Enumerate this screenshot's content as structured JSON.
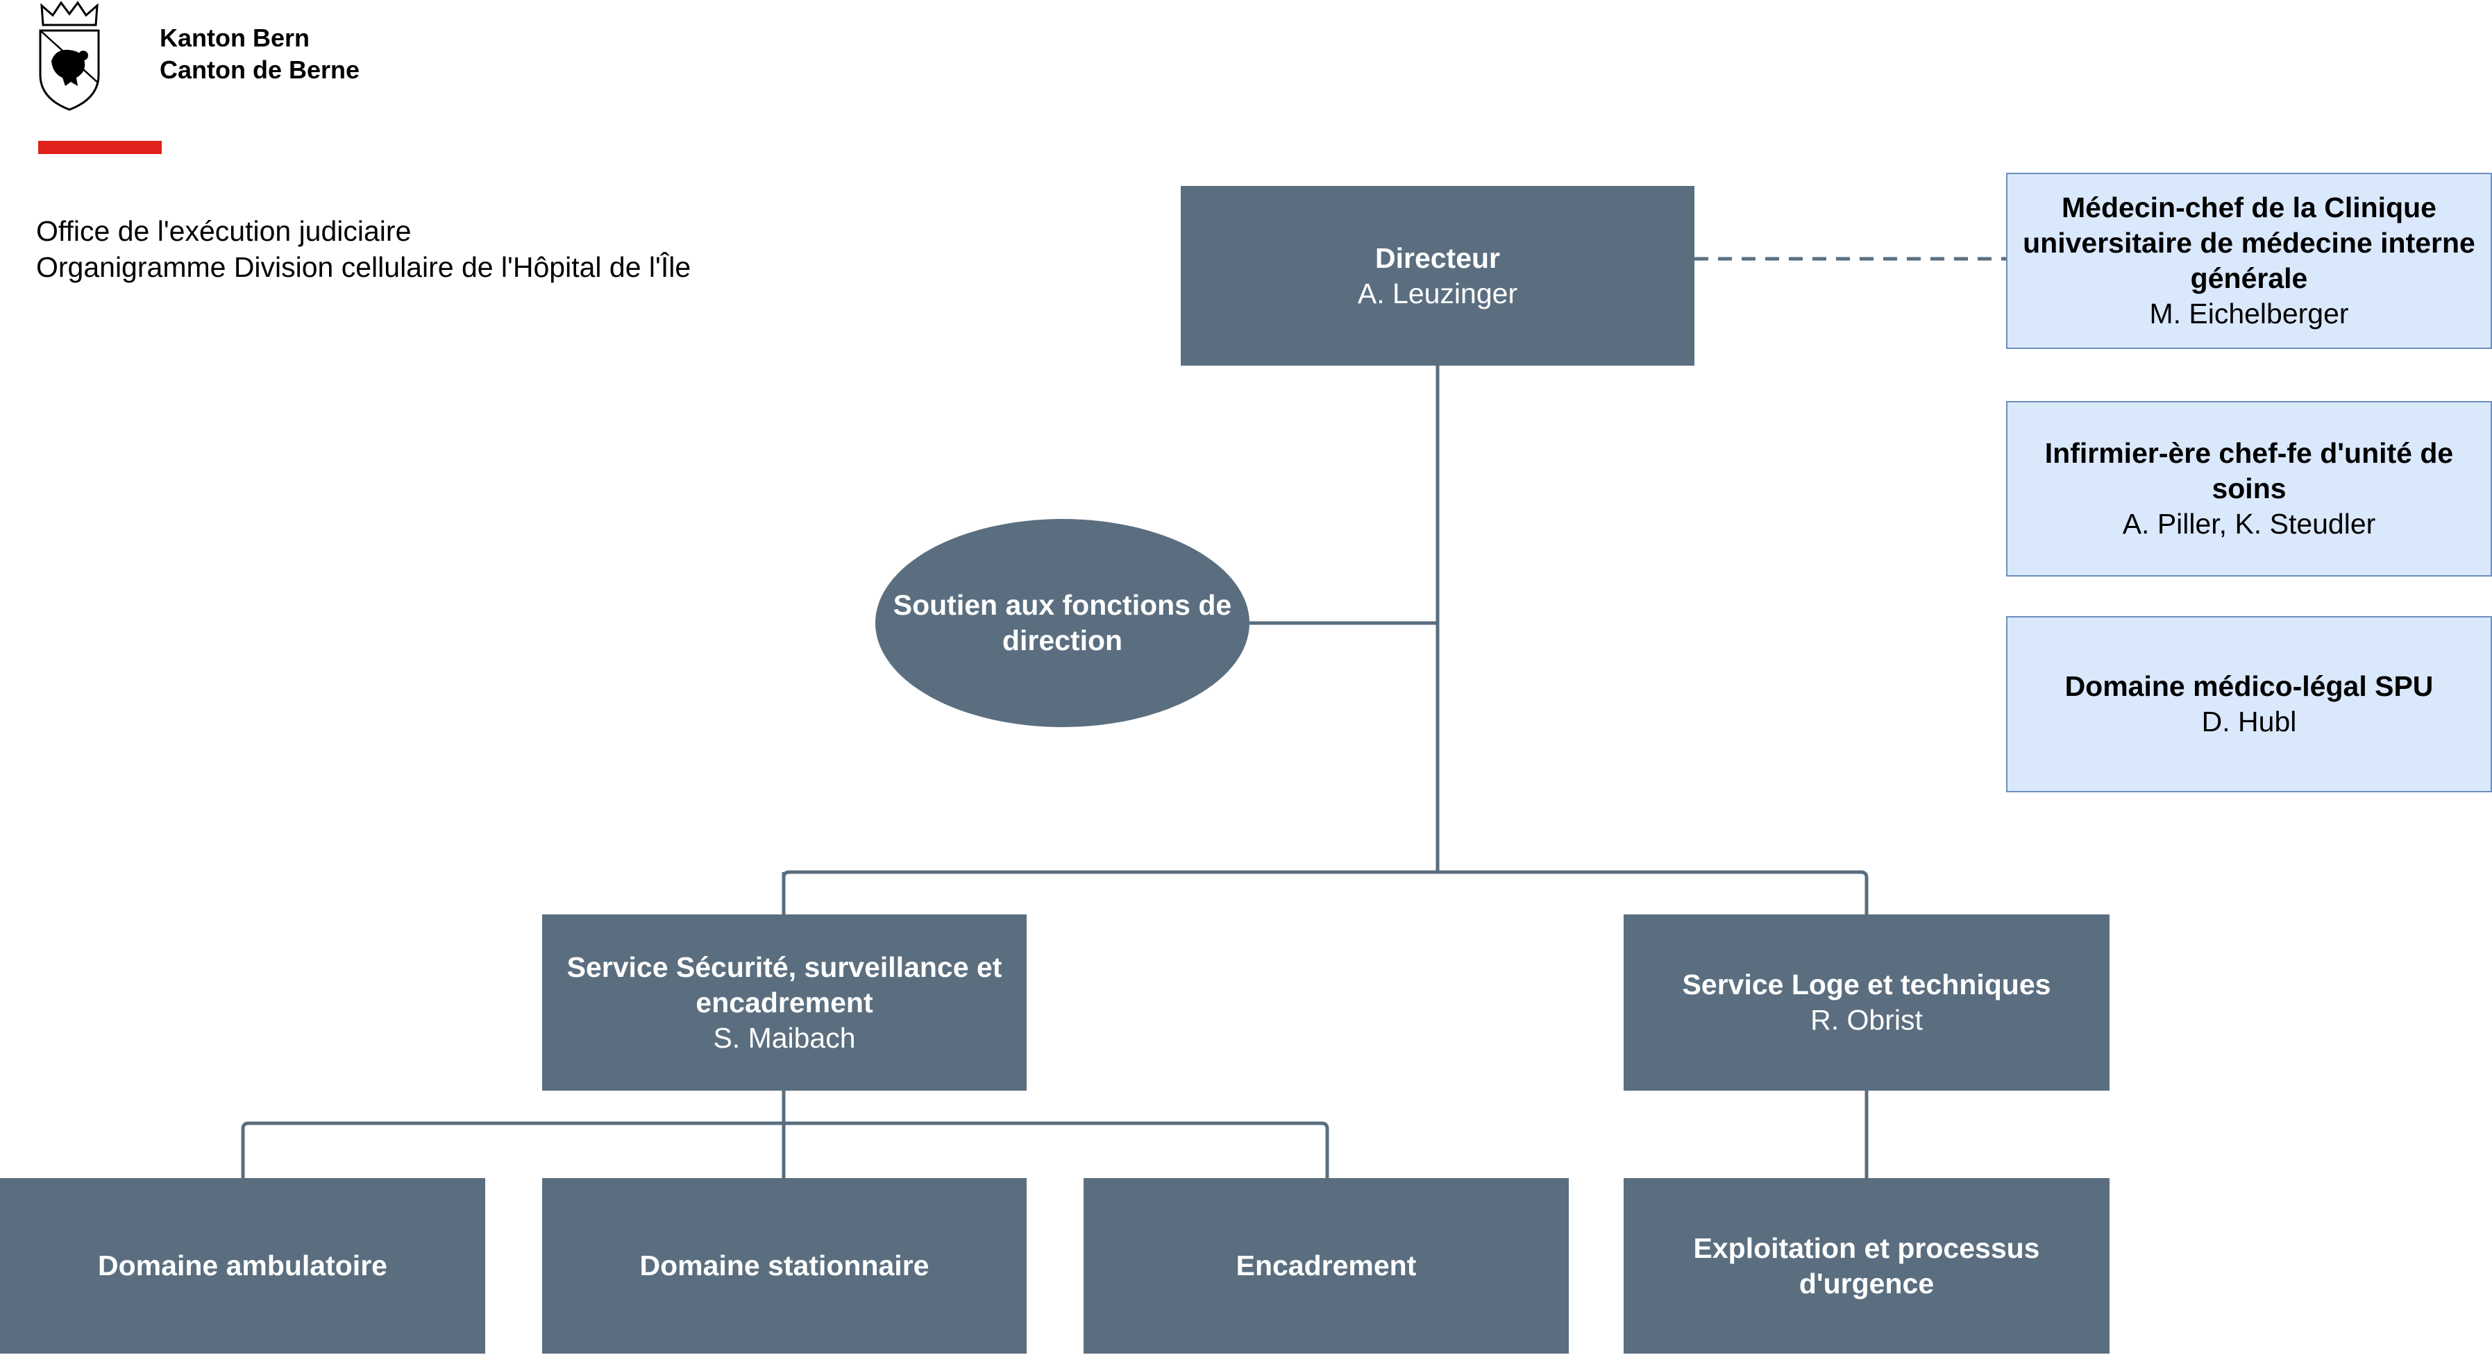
{
  "header": {
    "org_line1": "Kanton Bern",
    "org_line2": "Canton de Berne",
    "office": "Office de l'exécution judiciaire",
    "chart_title": "Organigramme Division cellulaire de l'Hôpital de l'Île",
    "accent_color": "#e1211b"
  },
  "colors": {
    "node_fill": "#5a6e7f",
    "node_text": "#ffffff",
    "side_fill": "#dae8fc",
    "side_border": "#6c8ebf",
    "connector": "#5a6e7f"
  },
  "nodes": {
    "director": {
      "role": "Directeur",
      "name": "A. Leuzinger"
    },
    "support": {
      "role": "Soutien aux fonctions de direction"
    },
    "security": {
      "role": "Service Sécurité, surveillance et encadrement",
      "name": "S. Maibach"
    },
    "loge": {
      "role": "Service Loge et techniques",
      "name": "R. Obrist"
    },
    "ambulatoire": {
      "role": "Domaine ambulatoire"
    },
    "stationnaire": {
      "role": "Domaine stationnaire"
    },
    "encadrement": {
      "role": "Encadrement"
    },
    "urgence": {
      "role": "Exploitation et processus d'urgence"
    }
  },
  "side_panels": {
    "medecin": {
      "role": "Médecin-chef de la Clinique universitaire de médecine interne générale",
      "name": "M. Eichelberger"
    },
    "infirmier": {
      "role": "Infirmier-ère chef-fe d'unité de soins",
      "name": "A. Piller, K. Steudler"
    },
    "medico_legal": {
      "role": "Domaine médico-légal SPU",
      "name": "D. Hubl"
    }
  }
}
